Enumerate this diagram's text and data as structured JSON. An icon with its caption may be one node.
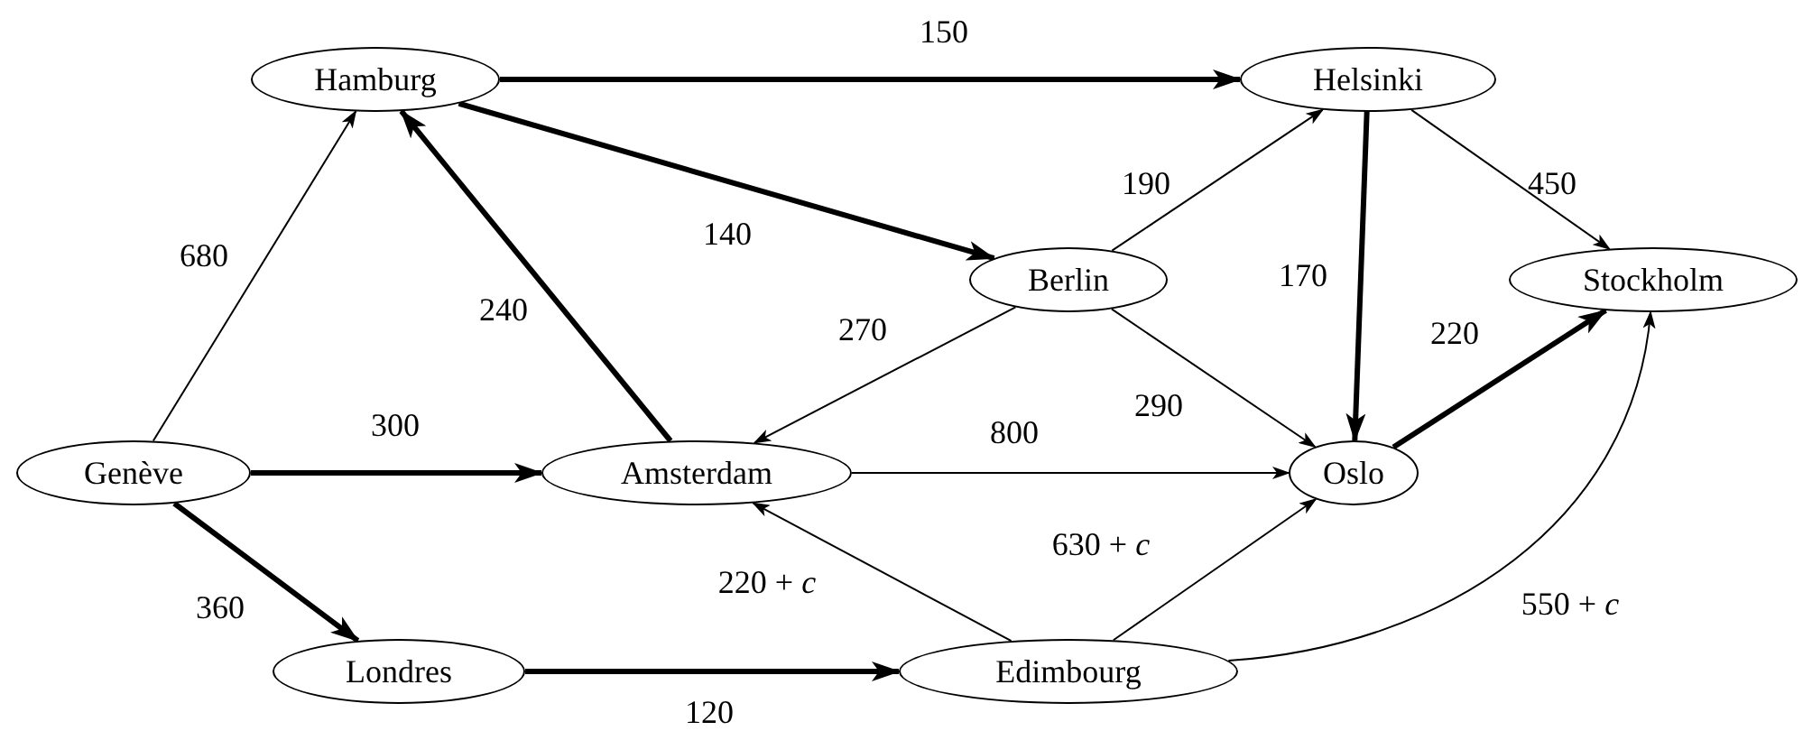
{
  "diagram": {
    "nodes": [
      {
        "text": [
          "Hamburg"
        ]
      },
      {
        "text": [
          "Helsinki"
        ]
      },
      {
        "text": [
          "Berlin"
        ]
      },
      {
        "text": [
          "Stockholm"
        ]
      },
      {
        "text": [
          "Genève"
        ]
      },
      {
        "text": [
          "Amsterdam"
        ]
      },
      {
        "text": [
          "Oslo"
        ]
      },
      {
        "text": [
          "Londres"
        ]
      },
      {
        "text": [
          "Edimbourg"
        ]
      }
    ],
    "edges": [
      {
        "from": 0,
        "to": 1,
        "arrow": "to",
        "label": "150",
        "style": "thick"
      },
      {
        "from": 0,
        "to": 2,
        "arrow": "to",
        "label": "140",
        "style": "thick"
      },
      {
        "from": 2,
        "to": 1,
        "arrow": "to",
        "label": "190"
      },
      {
        "from": 1,
        "to": 3,
        "arrow": "to",
        "label": "450"
      },
      {
        "from": 1,
        "to": 6,
        "arrow": "to",
        "label": "170",
        "style": "thick"
      },
      {
        "from": 6,
        "to": 3,
        "arrow": "to",
        "label": "220",
        "style": "thick"
      },
      {
        "from": 4,
        "to": 0,
        "arrow": "to",
        "label": "680"
      },
      {
        "from": 5,
        "to": 0,
        "arrow": "to",
        "label": "240",
        "style": "thick"
      },
      {
        "from": 2,
        "to": 5,
        "arrow": "to",
        "label": "270"
      },
      {
        "from": 2,
        "to": 6,
        "arrow": "to",
        "label": "290"
      },
      {
        "from": 4,
        "to": 5,
        "arrow": "to",
        "label": "300",
        "style": "thick"
      },
      {
        "from": 5,
        "to": 6,
        "arrow": "to",
        "label": "800"
      },
      {
        "from": 4,
        "to": 7,
        "arrow": "to",
        "label": "360",
        "style": "thick"
      },
      {
        "from": 7,
        "to": 8,
        "arrow": "to",
        "label": "120",
        "style": "thick"
      },
      {
        "from": 8,
        "to": 5,
        "arrow": "to",
        "label": "220 + *c*"
      },
      {
        "from": 8,
        "to": 6,
        "arrow": "to",
        "label": "630 + *c*"
      },
      {
        "from": 8,
        "to": 3,
        "arrow": "to",
        "label": "550 + *c*"
      }
    ]
  }
}
